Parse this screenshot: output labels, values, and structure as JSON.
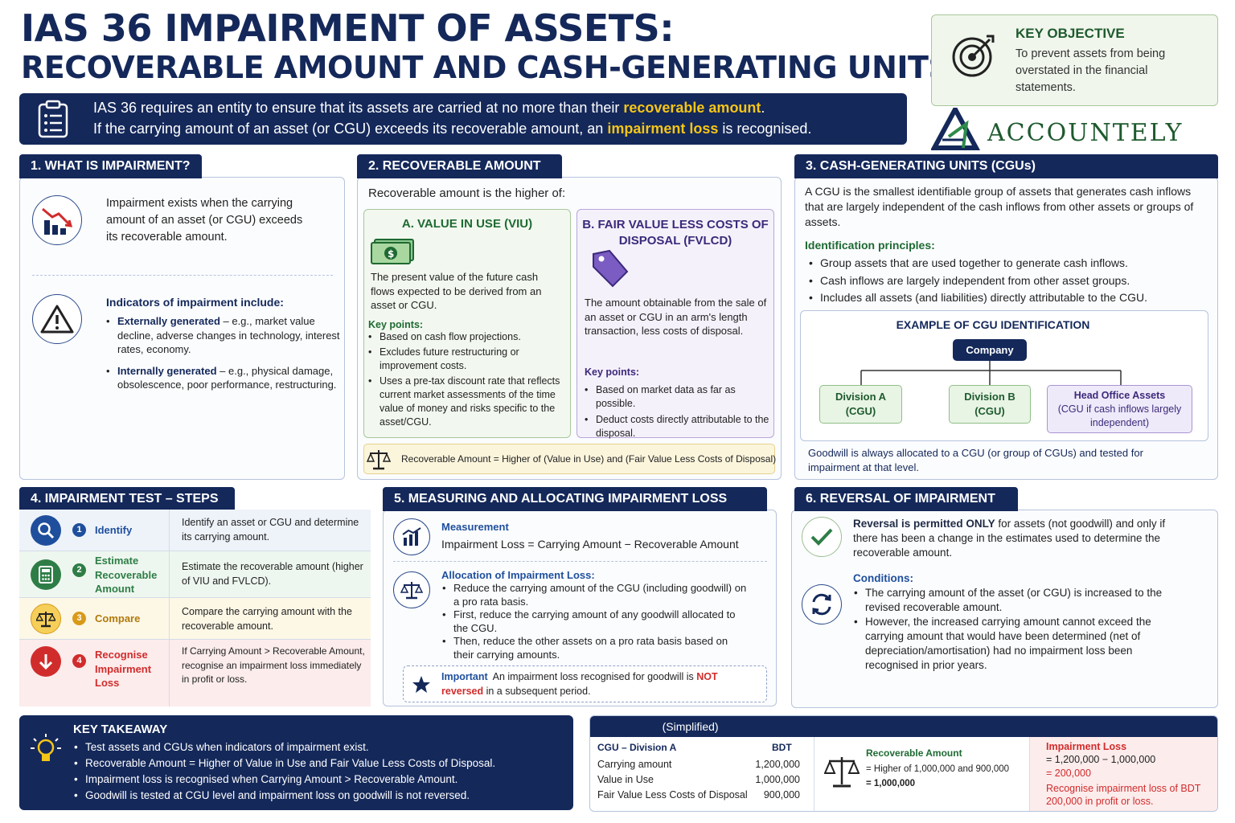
{
  "title": {
    "line1": "IAS 36 IMPAIRMENT OF ASSETS:",
    "line2": "RECOVERABLE AMOUNT AND CASH-GENERATING UNITS"
  },
  "intro": {
    "l1a": "IAS 36 requires an entity to ensure that its assets are carried at no more than their ",
    "l1b": "recoverable amount",
    "l1c": ".",
    "l2a": "If the carrying amount of an asset (or CGU) exceeds its recoverable amount, an ",
    "l2b": "impairment loss",
    "l2c": " is recognised."
  },
  "key_objective": {
    "title": "KEY OBJECTIVE",
    "text": "To prevent assets from being overstated in the financial statements."
  },
  "logo": {
    "name": "ACCOUNTELY"
  },
  "s1": {
    "header": "1. WHAT IS IMPAIRMENT?",
    "def": "Impairment exists when the carrying amount of an asset (or CGU) exceeds its recoverable amount.",
    "ind_title": "Indicators of impairment include:",
    "ext_b": "Externally generated",
    "ext": " – e.g., market value decline, adverse changes in technology, interest rates, economy.",
    "int_b": "Internally generated",
    "int": " – e.g., physical damage, obsolescence, poor performance, restructuring."
  },
  "s2": {
    "header": "2. RECOVERABLE AMOUNT",
    "intro": "Recoverable amount is the higher of:",
    "a_title": "A. VALUE IN USE (VIU)",
    "a_text": "The present value of the future cash flows expected to be derived from an asset or CGU.",
    "a_kp": "Key points:",
    "a_points": [
      "Based on cash flow projections.",
      "Excludes future restructuring or improvement costs.",
      "Uses a pre-tax discount rate that reflects current market assessments of the time value of money and risks specific to the asset/CGU."
    ],
    "b_title": "B. FAIR VALUE LESS COSTS OF DISPOSAL (FVLCD)",
    "b_text": "The amount obtainable from the sale of an asset or CGU in an arm's length transaction, less costs of disposal.",
    "b_kp": "Key points:",
    "b_points": [
      "Based on market data as far as possible.",
      "Deduct costs directly attributable to the disposal."
    ],
    "formula": "Recoverable Amount = Higher of (Value in Use) and (Fair Value Less Costs of Disposal)"
  },
  "s3": {
    "header": "3. CASH-GENERATING UNITS (CGUs)",
    "def": "A CGU is the smallest identifiable group of assets that generates cash inflows that are largely independent of the cash inflows from other assets or groups of assets.",
    "ip_title": "Identification principles:",
    "points": [
      "Group assets that are used together to generate cash inflows.",
      "Cash inflows are largely independent from other asset groups.",
      "Includes all assets (and liabilities) directly attributable to the CGU."
    ],
    "ex_title": "EXAMPLE OF CGU IDENTIFICATION",
    "company": "Company",
    "div_a": "Division A",
    "div_a2": "(CGU)",
    "div_b": "Division B",
    "div_b2": "(CGU)",
    "head": "Head Office Assets",
    "head2": "(CGU if cash inflows largely independent)",
    "goodwill": "Goodwill is always allocated to a CGU (or group of CGUs) and tested for impairment at that level."
  },
  "s4": {
    "header": "4. IMPAIRMENT TEST – STEPS",
    "steps": [
      {
        "n": "1",
        "label": "Identify",
        "desc": "Identify an asset or CGU and determine its carrying amount."
      },
      {
        "n": "2",
        "label": "Estimate Recoverable Amount",
        "desc": "Estimate the recoverable amount (higher of VIU and FVLCD)."
      },
      {
        "n": "3",
        "label": "Compare",
        "desc": "Compare the carrying amount with the recoverable amount."
      },
      {
        "n": "4",
        "label": "Recognise Impairment Loss",
        "desc": "If Carrying Amount > Recoverable Amount, recognise an impairment loss immediately in profit or loss."
      }
    ],
    "colors": [
      "#1f4f9c",
      "#2e7d46",
      "#d99a1a",
      "#d12c2c"
    ]
  },
  "s5": {
    "header": "5. MEASURING AND ALLOCATING IMPAIRMENT LOSS",
    "m_title": "Measurement",
    "m_text": "Impairment Loss = Carrying Amount − Recoverable Amount",
    "a_title": "Allocation of Impairment Loss:",
    "points": [
      "Reduce the carrying amount of the CGU (including goodwill) on a pro rata basis.",
      "First, reduce the carrying amount of any goodwill allocated to the CGU.",
      "Then, reduce the other assets on a pro rata basis based on their carrying amounts."
    ],
    "imp_b": "Important",
    "imp_a": "An impairment loss recognised for goodwill is ",
    "imp_red": "NOT reversed",
    "imp_c": " in a subsequent period."
  },
  "s6": {
    "header": "6. REVERSAL OF IMPAIRMENT",
    "rev_b": "Reversal is permitted ONLY",
    "rev": " for assets (not goodwill) and only if there has been a change in the estimates used to determine the recoverable amount.",
    "c_title": "Conditions:",
    "points": [
      "The carrying amount of the asset (or CGU) is increased to the revised recoverable amount.",
      "However, the increased carrying amount cannot exceed the carrying amount that would have been determined (net of depreciation/amortisation) had no impairment loss been recognised in prior years."
    ]
  },
  "takeaway": {
    "title": "KEY TAKEAWAY",
    "points": [
      "Test assets and CGUs when indicators of impairment exist.",
      "Recoverable Amount = Higher of Value in Use and Fair Value Less Costs of Disposal.",
      "Impairment loss is recognised when Carrying Amount > Recoverable Amount.",
      "Goodwill is tested at CGU level and impairment loss on goodwill is not reversed."
    ]
  },
  "example": {
    "title": "EXAMPLE",
    "sub": "(Simplified)",
    "col1": "CGU – Division A",
    "col2": "BDT",
    "rows": [
      {
        "k": "Carrying amount",
        "v": "1,200,000"
      },
      {
        "k": "Value in Use",
        "v": "1,000,000"
      },
      {
        "k": "Fair Value Less Costs of Disposal",
        "v": "900,000"
      }
    ],
    "ra_title": "Recoverable Amount",
    "ra_l1": "= Higher of 1,000,000 and 900,000",
    "ra_l2": "= 1,000,000",
    "il_title": "Impairment Loss",
    "il_l1": "= 1,200,000 − 1,000,000",
    "il_l2": "= 200,000",
    "il_l3": "Recognise impairment loss of BDT 200,000 in profit or loss."
  }
}
